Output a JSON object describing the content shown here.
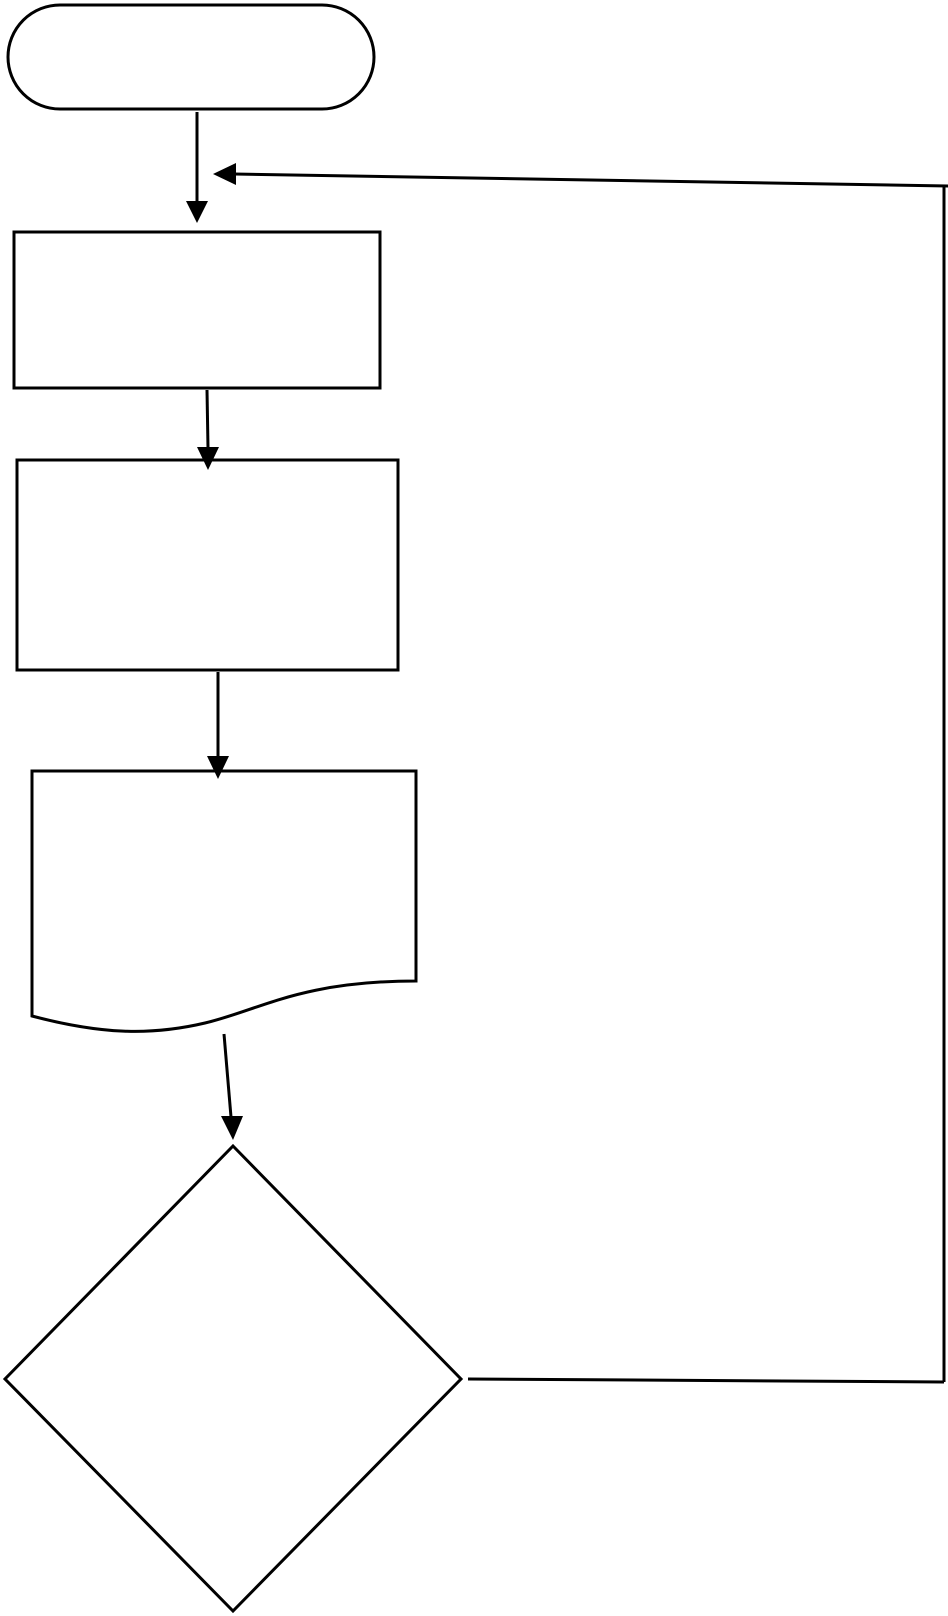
{
  "diagram": {
    "colors": {
      "stroke": "#000000",
      "fill": "#ffffff",
      "background": "#ffffff"
    },
    "nodes": [
      {
        "id": "start",
        "type": "terminator",
        "label": ""
      },
      {
        "id": "process-1",
        "type": "process",
        "label": ""
      },
      {
        "id": "process-2",
        "type": "process",
        "label": ""
      },
      {
        "id": "document-1",
        "type": "document",
        "label": ""
      },
      {
        "id": "decision-1",
        "type": "decision",
        "label": ""
      }
    ],
    "edges": [
      {
        "from": "start",
        "to": "process-1"
      },
      {
        "from": "process-1",
        "to": "process-2"
      },
      {
        "from": "process-2",
        "to": "document-1"
      },
      {
        "from": "document-1",
        "to": "decision-1"
      },
      {
        "from": "decision-1",
        "to": "process-1",
        "route": "loop-back-right"
      }
    ]
  }
}
